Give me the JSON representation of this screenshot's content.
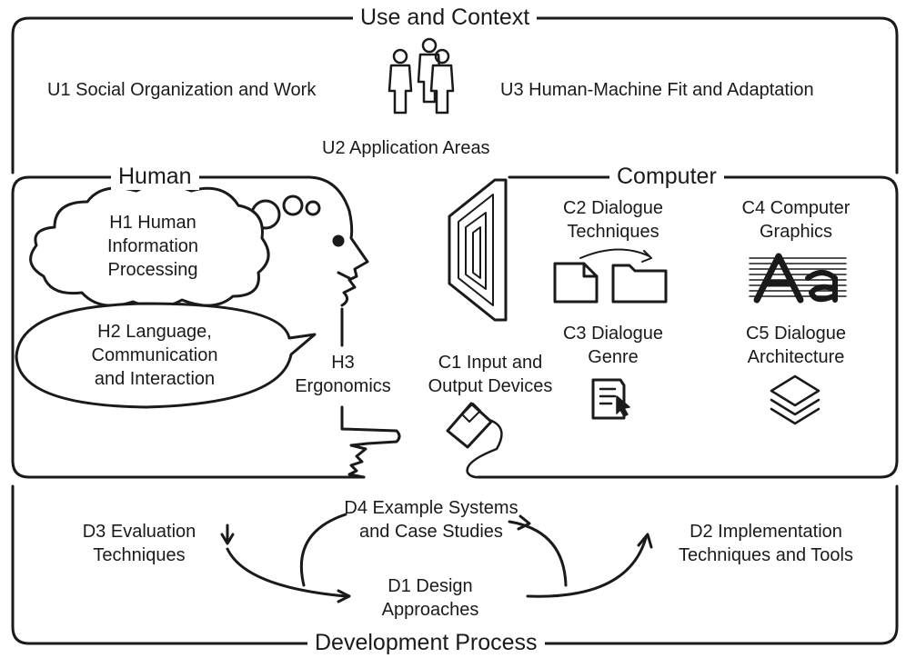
{
  "sections": {
    "use": "Use and Context",
    "human": "Human",
    "computer": "Computer",
    "development": "Development Process"
  },
  "use": {
    "u1": "U1 Social Organization and Work",
    "u2": "U2 Application Areas",
    "u3": "U3 Human-Machine Fit and Adaptation"
  },
  "human": {
    "h1": [
      "H1 Human",
      "Information",
      "Processing"
    ],
    "h2": [
      "H2 Language,",
      "Communication",
      "and Interaction"
    ],
    "h3": [
      "H3",
      "Ergonomics"
    ]
  },
  "computer": {
    "c1": [
      "C1 Input and",
      "Output Devices"
    ],
    "c2": [
      "C2 Dialogue",
      "Techniques"
    ],
    "c3": [
      "C3 Dialogue",
      "Genre"
    ],
    "c4": [
      "C4 Computer",
      "Graphics"
    ],
    "c5": [
      "C5 Dialogue",
      "Architecture"
    ]
  },
  "development": {
    "d1": [
      "D1 Design",
      "Approaches"
    ],
    "d2": [
      "D2 Implementation",
      "Techniques and Tools"
    ],
    "d3": [
      "D3 Evaluation",
      "Techniques"
    ],
    "d4": [
      "D4 Example Systems",
      "and Case Studies"
    ]
  },
  "icons": [
    "people-icon",
    "head-profile-icon",
    "monitor-icon",
    "mouse-icon",
    "pointing-hand-icon",
    "document-cursor-icon",
    "folder-transfer-icon",
    "graphics-letters-icon",
    "layers-icon"
  ]
}
